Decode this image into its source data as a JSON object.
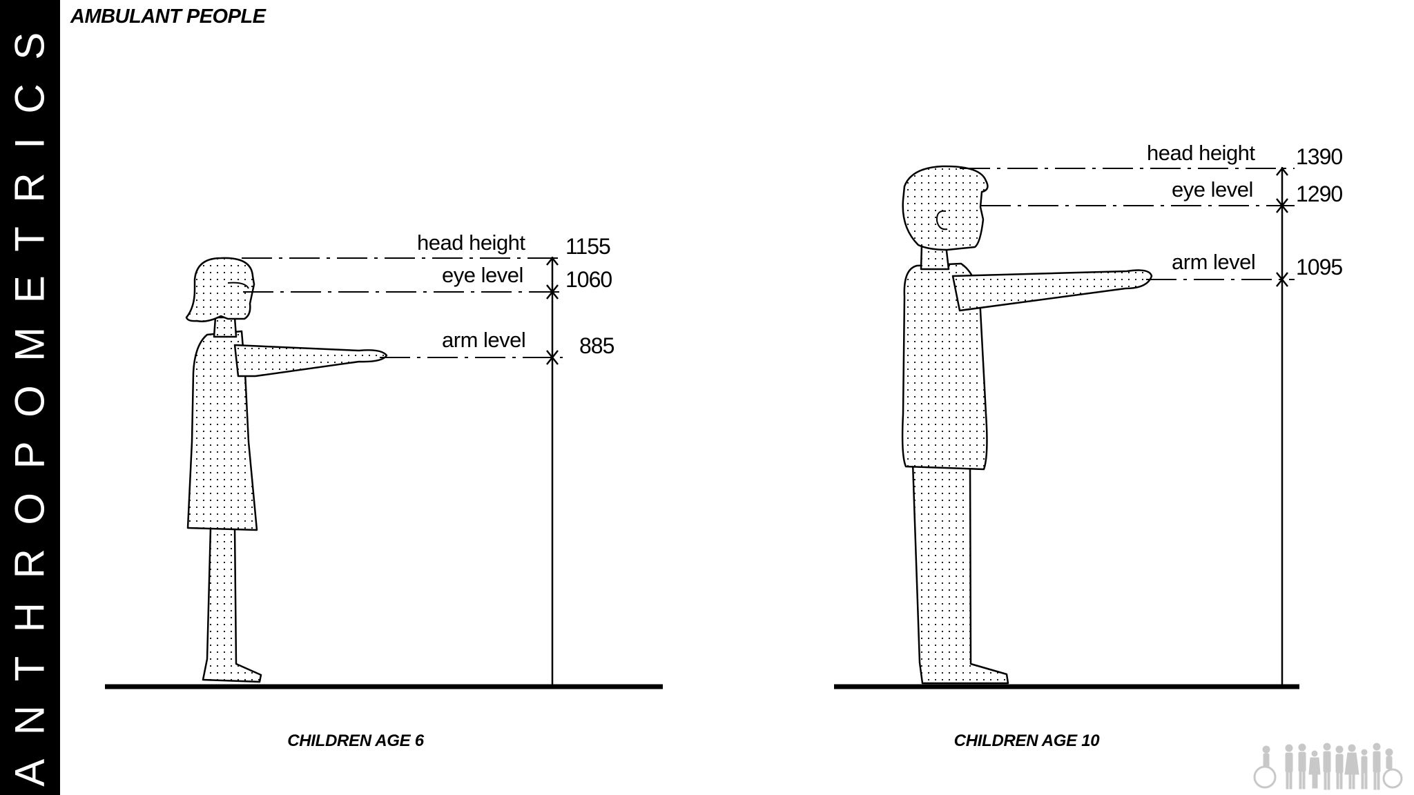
{
  "sidebar": {
    "title": "ANTHROPOMETRICS"
  },
  "page": {
    "title": "AMBULANT PEOPLE"
  },
  "figures": [
    {
      "caption": "CHILDREN AGE 6",
      "levels": [
        {
          "label": "head height",
          "value": "1155"
        },
        {
          "label": "eye level",
          "value": "1060"
        },
        {
          "label": "arm level",
          "value": "885"
        }
      ]
    },
    {
      "caption": "CHILDREN AGE 10",
      "levels": [
        {
          "label": "head height",
          "value": "1390"
        },
        {
          "label": "eye level",
          "value": "1290"
        },
        {
          "label": "arm level",
          "value": "1095"
        }
      ]
    }
  ],
  "colors": {
    "sidebar": "#000000",
    "background": "#ffffff",
    "ink": "#000000",
    "logo": "#c8c8c8"
  },
  "icons": [
    "wheelchair-user-icon",
    "people-group-icon"
  ]
}
